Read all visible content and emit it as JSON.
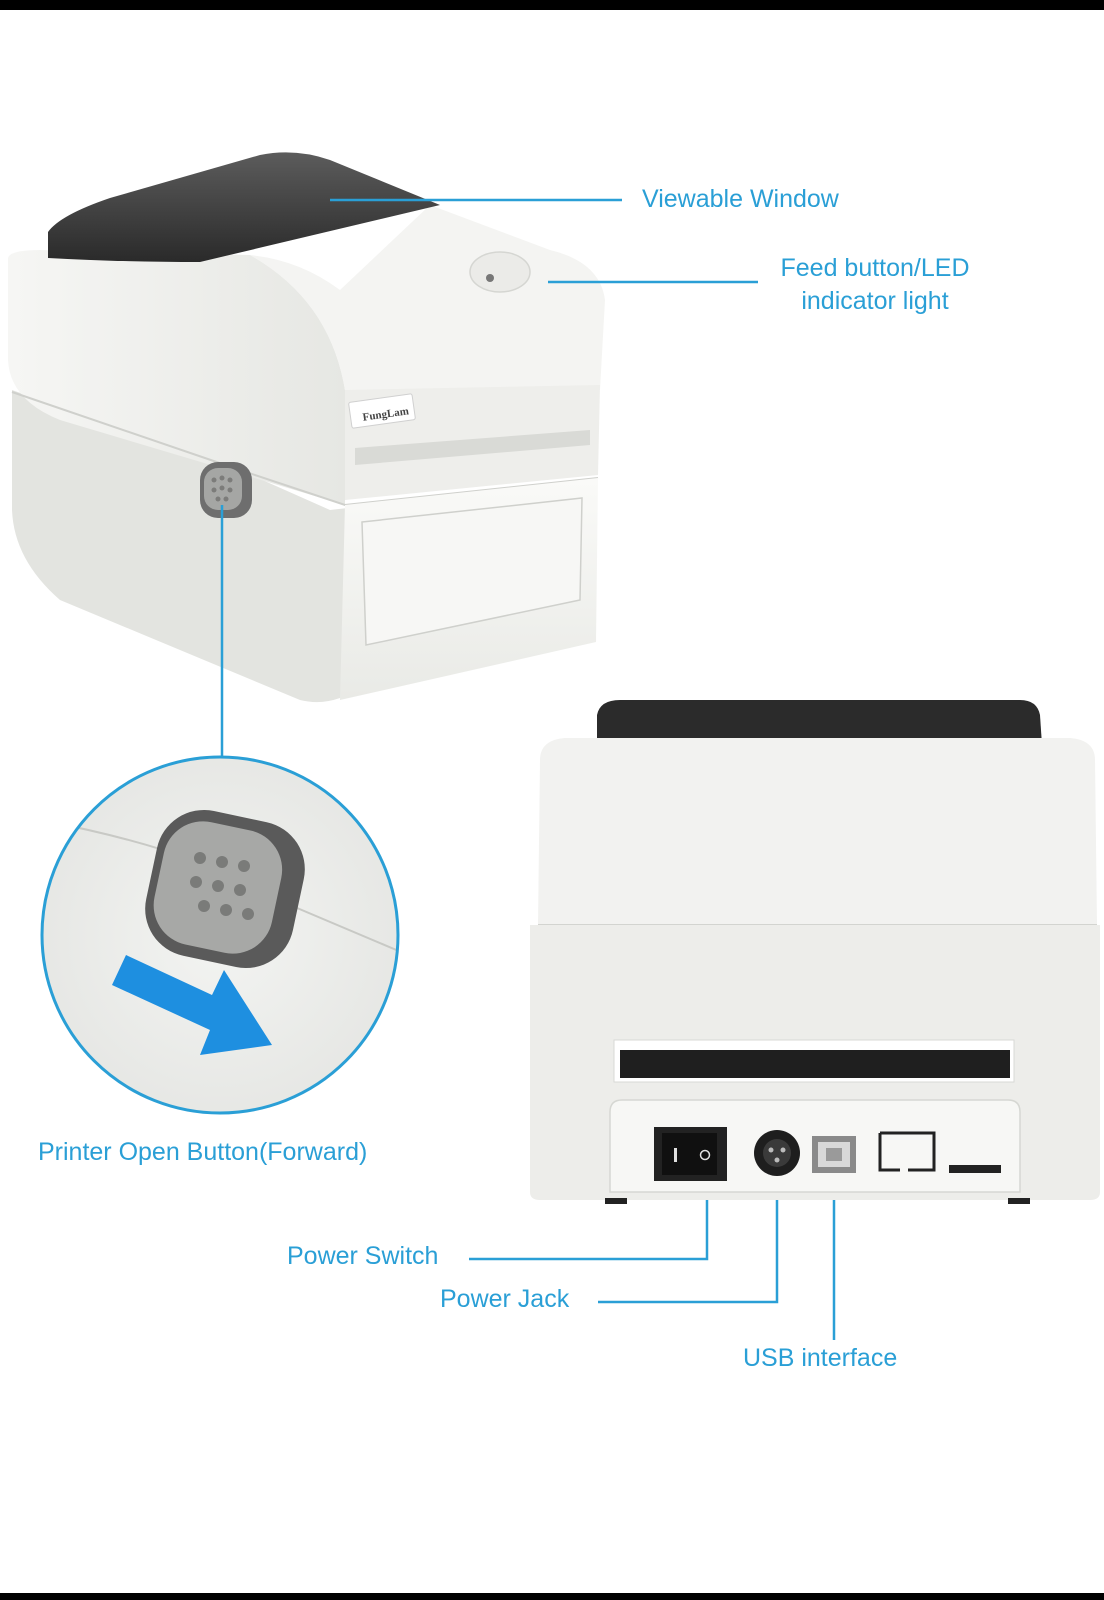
{
  "labels": {
    "viewable_window": "Viewable Window",
    "feed_button_line1": "Feed button/LED",
    "feed_button_line2": "indicator light",
    "printer_open_button": "Printer Open Button(Forward)",
    "power_switch": "Power Switch",
    "power_jack": "Power Jack",
    "usb_interface": "USB interface"
  },
  "brand_badge": "FungLam",
  "colors": {
    "callout": "#2a9fd6",
    "arrow": "#1e8fe0",
    "printer_body": "#f1f2ef",
    "lid": "#3b3b3b"
  }
}
